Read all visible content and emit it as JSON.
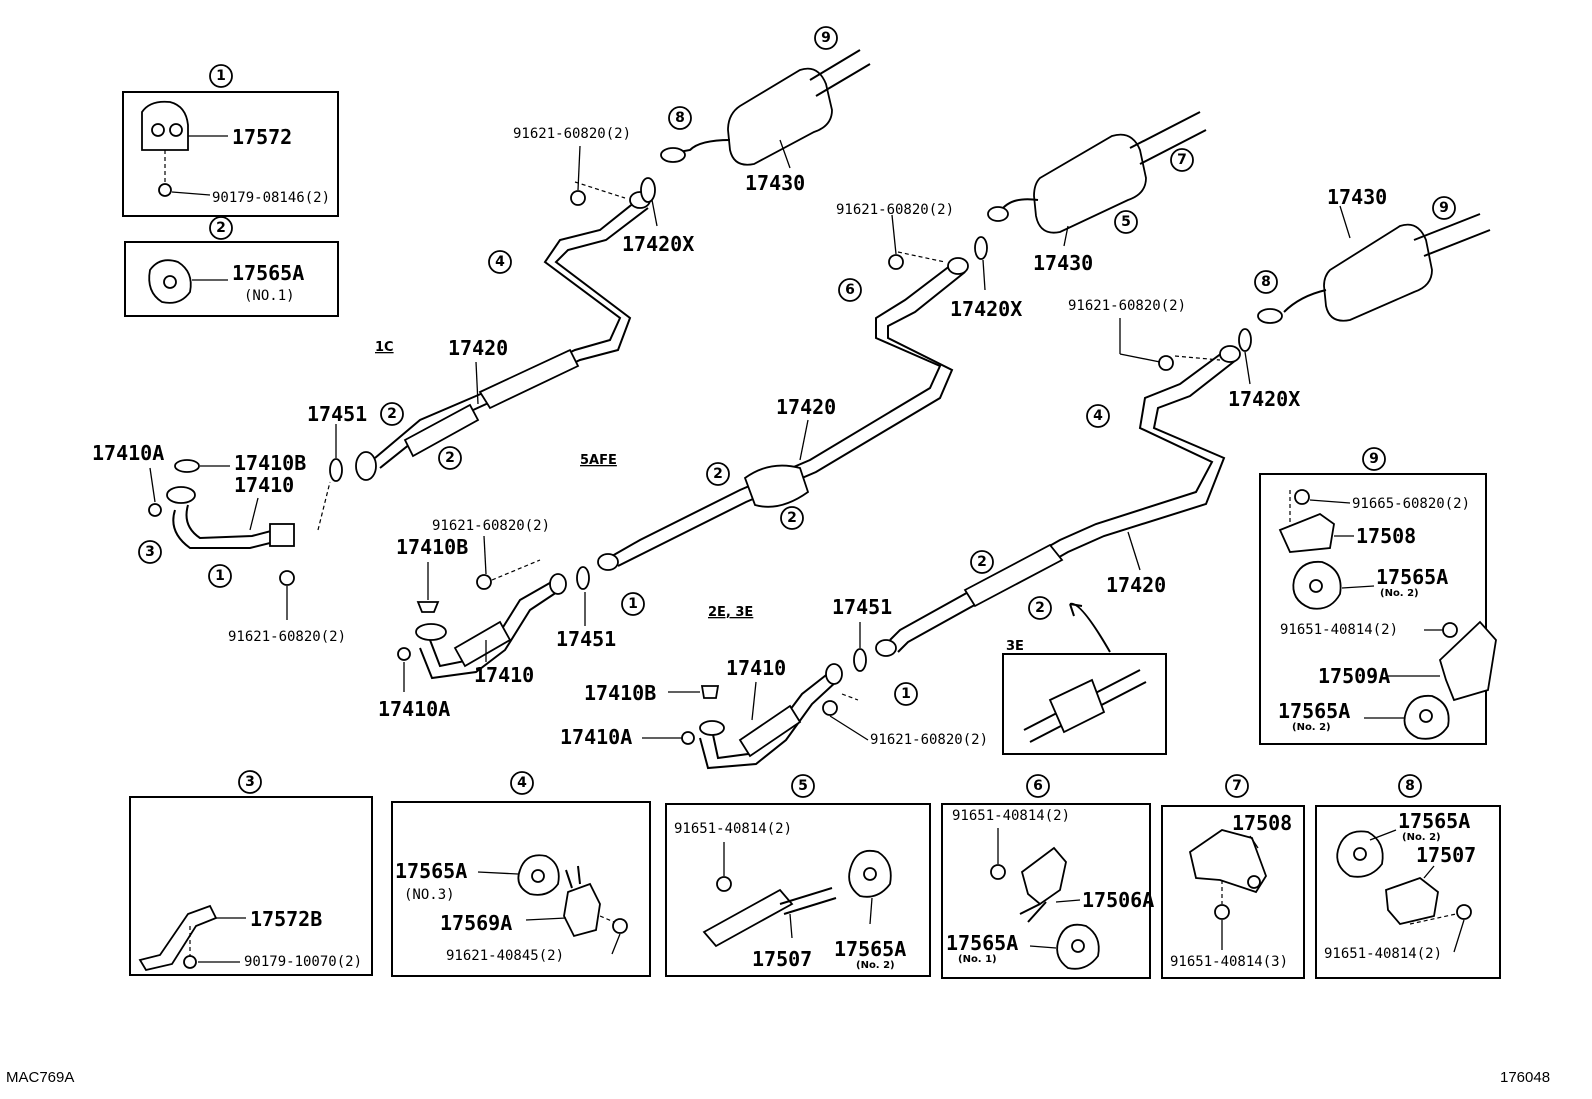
{
  "corner_left": "MAC769A",
  "corner_right": "176048",
  "engines": {
    "e1c": "1C",
    "e5afe": "5AFE",
    "e2e3e": "2E, 3E",
    "e3e": "3E"
  },
  "callouts": [
    "1",
    "2",
    "3",
    "4",
    "5",
    "6",
    "7",
    "8",
    "9"
  ],
  "parts": {
    "p17572": "17572",
    "p90179_08146": "90179-08146(2)",
    "p17565A": "17565A",
    "no1": "(NO.1)",
    "no2": "(No. 2)",
    "no3": "(NO.3)",
    "no1s": "(No. 1)",
    "p17420": "17420",
    "p17430": "17430",
    "p17420X": "17420X",
    "p17451": "17451",
    "p17410": "17410",
    "p17410A": "17410A",
    "p17410B": "17410B",
    "p91621_60820": "91621-60820(2)",
    "p91665_60820": "91665-60820(2)",
    "p17508": "17508",
    "p91651_40814": "91651-40814(2)",
    "p91651_40814_3": "91651-40814(3)",
    "p17509A": "17509A",
    "p17572B": "17572B",
    "p90179_10070": "90179-10070(2)",
    "p17569A": "17569A",
    "p91621_40845": "91621-40845(2)",
    "p17507": "17507",
    "p17506A": "17506A"
  }
}
